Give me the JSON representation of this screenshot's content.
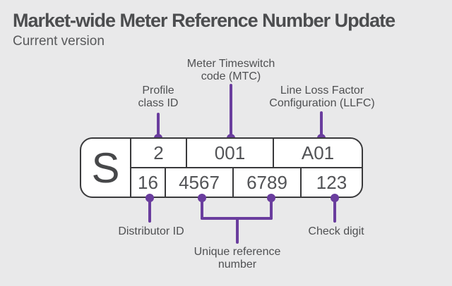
{
  "colors": {
    "background": "#e9e9ea",
    "accent_purple": "#6a3d9e",
    "text_dark": "#4c4d4f",
    "table_border": "#39393b",
    "table_fill": "#ffffff"
  },
  "header": {
    "title": "Market-wide Meter Reference Number Update",
    "subtitle": "Current version"
  },
  "meter_table": {
    "supply_prefix": "S",
    "top_row": [
      "2",
      "001",
      "A01"
    ],
    "bottom_row": [
      "16",
      "4567",
      "6789",
      "123"
    ]
  },
  "callouts": {
    "top": [
      {
        "id": "profile-class-id",
        "label": "Profile\nclass ID"
      },
      {
        "id": "meter-timeswitch-code",
        "label": "Meter Timeswitch\ncode (MTC)"
      },
      {
        "id": "line-loss-factor",
        "label": "Line Loss Factor\nConfiguration (LLFC)"
      }
    ],
    "bottom": [
      {
        "id": "distributor-id",
        "label": "Distributor ID"
      },
      {
        "id": "unique-reference-number",
        "label": "Unique reference\nnumber"
      },
      {
        "id": "check-digit",
        "label": "Check digit"
      }
    ]
  }
}
